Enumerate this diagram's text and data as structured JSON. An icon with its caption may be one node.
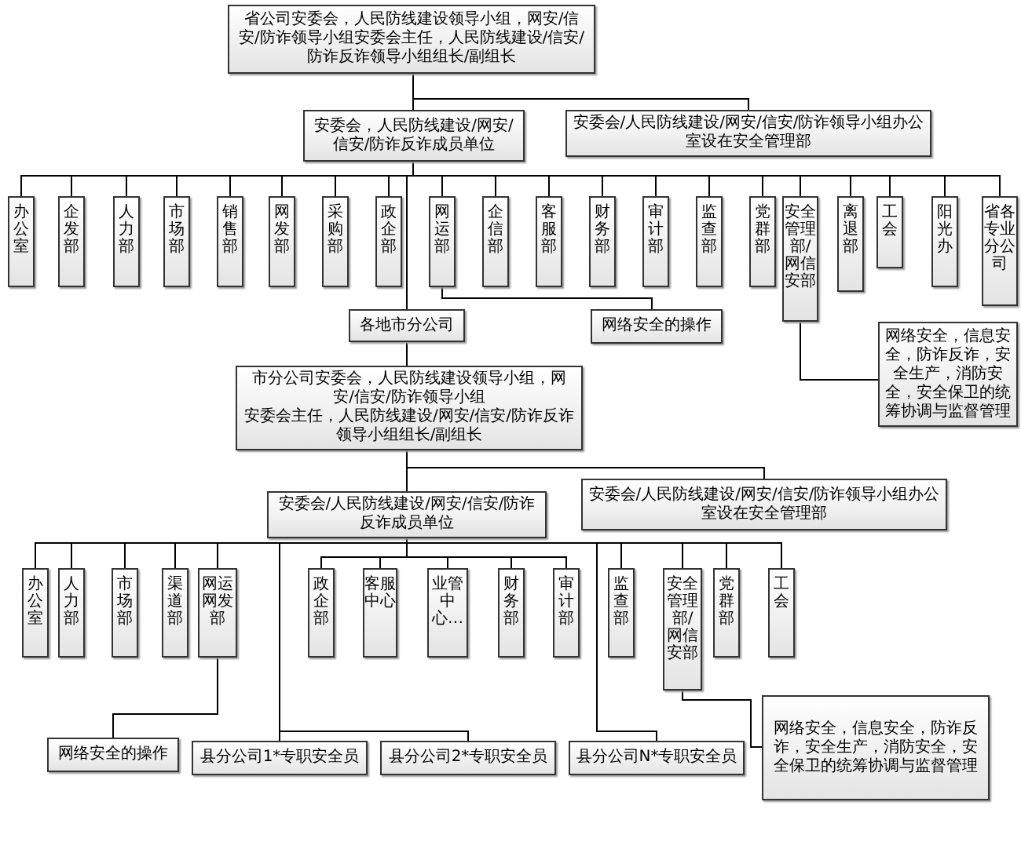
{
  "diagram": {
    "nodes": [
      {
        "text": [
          "省公司安委会，人民防线建设领导小组，网安/信安/防诈领导小组安委会主任，人民防线建设/信安/防诈反诈领导小组组长/副组长"
        ]
      },
      {
        "text": [
          "安委会，人民防线建设/网安/信安/防诈反诈成员单位"
        ]
      },
      {
        "text": [
          "安委会/人民防线建设/网安/信安/防诈领导小组办公室设在安全管理部"
        ]
      },
      {
        "text": [
          "办公室"
        ]
      },
      {
        "text": [
          "企发部"
        ]
      },
      {
        "text": [
          "人力部"
        ]
      },
      {
        "text": [
          "市场部"
        ]
      },
      {
        "text": [
          "销售部"
        ]
      },
      {
        "text": [
          "网发部"
        ]
      },
      {
        "text": [
          "采购部"
        ]
      },
      {
        "text": [
          "政企部"
        ]
      },
      {
        "text": [
          "网运部"
        ]
      },
      {
        "text": [
          "企信部"
        ]
      },
      {
        "text": [
          "客服部"
        ]
      },
      {
        "text": [
          "财务部"
        ]
      },
      {
        "text": [
          "审计部"
        ]
      },
      {
        "text": [
          "监查部"
        ]
      },
      {
        "text": [
          "党群部"
        ]
      },
      {
        "text": [
          "安全管理部/网信安部"
        ]
      },
      {
        "text": [
          "离退部"
        ]
      },
      {
        "text": [
          "工会"
        ]
      },
      {
        "text": [
          "阳光办"
        ]
      },
      {
        "text": [
          "省各专业分公司"
        ]
      },
      {
        "text": [
          "各地市分公司"
        ]
      },
      {
        "text": [
          "网络安全的操作"
        ]
      },
      {
        "text": [
          "网络安全，信息安全，防诈反诈，安全生产，消防安全，安全保卫的统筹协调与监督管理"
        ]
      },
      {
        "text": [
          "市分公司安委会，人民防线建设领导小组，网安/信安/防诈领导小组",
          "安委会主任，人民防线建设/网安/信安/防诈反诈领导小组组长/副组长"
        ]
      },
      {
        "text": [
          "安委会/人民防线建设/网安/信安/防诈反诈成员单位"
        ]
      },
      {
        "text": [
          "安委会/人民防线建设/网安/信安/防诈领导小组办公室设在安全管理部"
        ]
      },
      {
        "text": [
          "办公室"
        ]
      },
      {
        "text": [
          "人力部"
        ]
      },
      {
        "text": [
          "市场部"
        ]
      },
      {
        "text": [
          "渠道部"
        ]
      },
      {
        "text": [
          "网运网发部"
        ]
      },
      {
        "text": [
          "政企部"
        ]
      },
      {
        "text": [
          "客服中心"
        ]
      },
      {
        "text": [
          "业管中心…"
        ]
      },
      {
        "text": [
          "财务部"
        ]
      },
      {
        "text": [
          "审计部"
        ]
      },
      {
        "text": [
          "监查部"
        ]
      },
      {
        "text": [
          "安全管理部/网信安部"
        ]
      },
      {
        "text": [
          "党群部"
        ]
      },
      {
        "text": [
          "工会"
        ]
      },
      {
        "text": [
          "网络安全的操作"
        ]
      },
      {
        "text": [
          "县分公司1*专职安全员"
        ]
      },
      {
        "text": [
          "县分公司2*专职安全员"
        ]
      },
      {
        "text": [
          "县分公司N*专职安全员"
        ]
      },
      {
        "text": [
          "网络安全，信息安全，防诈反诈，安全生产，消防安全，安全保卫的统筹协调与监督管理"
        ]
      }
    ],
    "edges": [
      {
        "from": 0,
        "to": 1,
        "arrow": "none"
      },
      {
        "from": 0,
        "to": 2,
        "arrow": "none"
      },
      {
        "from": 1,
        "to": 3,
        "arrow": "none"
      },
      {
        "from": 1,
        "to": 4,
        "arrow": "none"
      },
      {
        "from": 1,
        "to": 5,
        "arrow": "none"
      },
      {
        "from": 1,
        "to": 6,
        "arrow": "none"
      },
      {
        "from": 1,
        "to": 7,
        "arrow": "none"
      },
      {
        "from": 1,
        "to": 8,
        "arrow": "none"
      },
      {
        "from": 1,
        "to": 9,
        "arrow": "none"
      },
      {
        "from": 1,
        "to": 10,
        "arrow": "none"
      },
      {
        "from": 1,
        "to": 11,
        "arrow": "none"
      },
      {
        "from": 1,
        "to": 12,
        "arrow": "none"
      },
      {
        "from": 1,
        "to": 13,
        "arrow": "none"
      },
      {
        "from": 1,
        "to": 14,
        "arrow": "none"
      },
      {
        "from": 1,
        "to": 15,
        "arrow": "none"
      },
      {
        "from": 1,
        "to": 16,
        "arrow": "none"
      },
      {
        "from": 1,
        "to": 17,
        "arrow": "none"
      },
      {
        "from": 1,
        "to": 18,
        "arrow": "none"
      },
      {
        "from": 1,
        "to": 19,
        "arrow": "none"
      },
      {
        "from": 1,
        "to": 20,
        "arrow": "none"
      },
      {
        "from": 1,
        "to": 21,
        "arrow": "none"
      },
      {
        "from": 1,
        "to": 22,
        "arrow": "none"
      },
      {
        "from": 1,
        "to": 23,
        "arrow": "none"
      },
      {
        "from": 11,
        "to": 24,
        "arrow": "none"
      },
      {
        "from": 18,
        "to": 25,
        "arrow": "none"
      },
      {
        "from": 23,
        "to": 26,
        "arrow": "none"
      },
      {
        "from": 26,
        "to": 27,
        "arrow": "none"
      },
      {
        "from": 26,
        "to": 28,
        "arrow": "none"
      },
      {
        "from": 27,
        "to": 29,
        "arrow": "none"
      },
      {
        "from": 27,
        "to": 30,
        "arrow": "none"
      },
      {
        "from": 27,
        "to": 31,
        "arrow": "none"
      },
      {
        "from": 27,
        "to": 32,
        "arrow": "none"
      },
      {
        "from": 27,
        "to": 33,
        "arrow": "none"
      },
      {
        "from": 27,
        "to": 34,
        "arrow": "none"
      },
      {
        "from": 27,
        "to": 35,
        "arrow": "none"
      },
      {
        "from": 27,
        "to": 36,
        "arrow": "none"
      },
      {
        "from": 27,
        "to": 37,
        "arrow": "none"
      },
      {
        "from": 27,
        "to": 38,
        "arrow": "none"
      },
      {
        "from": 27,
        "to": 39,
        "arrow": "none"
      },
      {
        "from": 27,
        "to": 40,
        "arrow": "none"
      },
      {
        "from": 27,
        "to": 41,
        "arrow": "none"
      },
      {
        "from": 27,
        "to": 42,
        "arrow": "none"
      },
      {
        "from": 33,
        "to": 43,
        "arrow": "none"
      },
      {
        "from": 27,
        "to": 44,
        "arrow": "none"
      },
      {
        "from": 27,
        "to": 45,
        "arrow": "none"
      },
      {
        "from": 27,
        "to": 46,
        "arrow": "none"
      },
      {
        "from": 40,
        "to": 47,
        "arrow": "none"
      }
    ]
  }
}
